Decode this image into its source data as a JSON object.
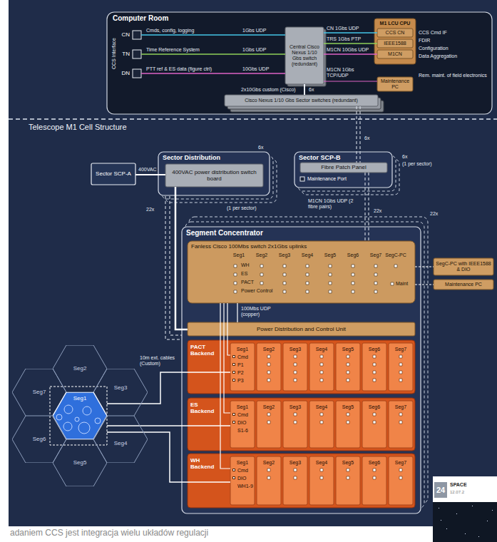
{
  "diagram": {
    "nodes": [
      {
        "text": [
          "Computer Room"
        ]
      },
      {
        "text": [
          "CN"
        ],
        "in": 0
      },
      {
        "text": [
          "TN"
        ],
        "in": 0
      },
      {
        "text": [
          "DN"
        ],
        "in": 0
      },
      {
        "text": [
          "Central Cisco Nexus 1/10 Gbs switch (redundant)"
        ],
        "in": 0
      },
      {
        "text": [
          "M1 LCU CPU"
        ],
        "in": 0
      },
      {
        "text": [
          "CCS CN"
        ],
        "in": 5
      },
      {
        "text": [
          "IEEE1588"
        ],
        "in": 5
      },
      {
        "text": [
          "M1CN"
        ],
        "in": 5
      },
      {
        "text": [
          "Maintenance PC"
        ],
        "in": 0
      },
      {
        "text": [
          "Cisco Nexus 1/10 Gbs Sector switches (redundant)"
        ],
        "in": 0
      },
      {
        "text": [
          "Sector SCP-A"
        ]
      },
      {
        "text": [
          "Sector Distribution"
        ]
      },
      {
        "text": [
          "400VAC power distribution switch board"
        ],
        "in": 12
      },
      {
        "text": [
          "Sector SCP-B"
        ]
      },
      {
        "text": [
          "Fibre Patch Panel"
        ],
        "in": 14
      },
      {
        "text": [
          "Maintenance Port"
        ],
        "in": 14
      },
      {
        "text": [
          "Segment Concentrator"
        ]
      },
      {
        "text": [
          "Fanless Cisco 100Mbs switch 2x1Gbs uplinks"
        ],
        "in": 17
      },
      {
        "text": [
          "Power Distribution and Control Unit"
        ],
        "in": 17
      },
      {
        "text": [
          "PACT Backend"
        ],
        "in": 17
      },
      {
        "text": [
          "Seg1",
          "Cmd",
          "P1",
          "P2",
          "P3"
        ],
        "in": 20
      },
      {
        "text": [
          "Seg2"
        ],
        "in": 20
      },
      {
        "text": [
          "Seg3"
        ],
        "in": 20
      },
      {
        "text": [
          "Seg4"
        ],
        "in": 20
      },
      {
        "text": [
          "Seg5"
        ],
        "in": 20
      },
      {
        "text": [
          "Seg6"
        ],
        "in": 20
      },
      {
        "text": [
          "Seg7"
        ],
        "in": 20
      },
      {
        "text": [
          "ES Backend"
        ],
        "in": 17
      },
      {
        "text": [
          "Seg1",
          "Cmd",
          "DIO S1-6"
        ],
        "in": 28
      },
      {
        "text": [
          "Seg2"
        ],
        "in": 28
      },
      {
        "text": [
          "Seg3"
        ],
        "in": 28
      },
      {
        "text": [
          "Seg4"
        ],
        "in": 28
      },
      {
        "text": [
          "Seg5"
        ],
        "in": 28
      },
      {
        "text": [
          "Seg6"
        ],
        "in": 28
      },
      {
        "text": [
          "Seg7"
        ],
        "in": 28
      },
      {
        "text": [
          "WH Backend"
        ],
        "in": 17
      },
      {
        "text": [
          "Seg1",
          "Cmd",
          "DIO WH1-9"
        ],
        "in": 36
      },
      {
        "text": [
          "Seg2"
        ],
        "in": 36
      },
      {
        "text": [
          "Seg3"
        ],
        "in": 36
      },
      {
        "text": [
          "Seg4"
        ],
        "in": 36
      },
      {
        "text": [
          "Seg5"
        ],
        "in": 36
      },
      {
        "text": [
          "Seg6"
        ],
        "in": 36
      },
      {
        "text": [
          "Seg7"
        ],
        "in": 36
      },
      {
        "text": [
          "SegC-PC with IEEE1588 & DIO"
        ]
      },
      {
        "text": [
          "Maintenance PC"
        ]
      },
      {
        "text": [
          "Seg2"
        ]
      },
      {
        "text": [
          "Seg7"
        ]
      },
      {
        "text": [
          "Seg3"
        ]
      },
      {
        "text": [
          "Seg1"
        ]
      },
      {
        "text": [
          "Seg6"
        ]
      },
      {
        "text": [
          "Seg4"
        ]
      },
      {
        "text": [
          "Seg5"
        ]
      }
    ],
    "edges": [
      {
        "from": 1,
        "to": 4,
        "arrow": "none",
        "label": "1Gbs UDP"
      },
      {
        "from": 2,
        "to": 4,
        "arrow": "none",
        "label": "1Gbs UDP"
      },
      {
        "from": 3,
        "to": 4,
        "arrow": "none",
        "label": "10Gbs UDP"
      },
      {
        "from": 4,
        "to": 6,
        "arrow": "none",
        "label": "CN 1Gbs UDP"
      },
      {
        "from": 4,
        "to": 7,
        "arrow": "none",
        "label": "TRS 1Gbs PTP"
      },
      {
        "from": 4,
        "to": 8,
        "arrow": "none",
        "label": "M1CN 10Gbs UDP"
      },
      {
        "from": 4,
        "to": 9,
        "arrow": "none",
        "label": "M1CN 1Gbs TCP/UDP"
      },
      {
        "from": 4,
        "to": 10,
        "arrow": "none",
        "label": "2x10Gbs custom (Cisco)"
      },
      {
        "from": 10,
        "to": 15,
        "arrow": "none"
      },
      {
        "from": 15,
        "to": 18,
        "arrow": "none",
        "label": "M1CN 1Gbs UDP (2 fibre pairs)"
      },
      {
        "from": 11,
        "to": 13,
        "arrow": "none",
        "label": "400VAC"
      },
      {
        "from": 13,
        "to": 19,
        "arrow": "none"
      },
      {
        "from": 18,
        "to": 19,
        "arrow": "none",
        "label": "100Mbs UDP (copper)"
      },
      {
        "from": 18,
        "to": 21,
        "arrow": "none"
      },
      {
        "from": 18,
        "to": 29,
        "arrow": "none"
      },
      {
        "from": 18,
        "to": 37,
        "arrow": "none"
      },
      {
        "from": 21,
        "to": 49,
        "arrow": "none"
      },
      {
        "from": 29,
        "to": 49,
        "arrow": "none"
      },
      {
        "from": 37,
        "to": 49,
        "arrow": "none"
      },
      {
        "from": 18,
        "to": 44,
        "arrow": "none"
      },
      {
        "from": 18,
        "to": 45,
        "arrow": "none"
      }
    ],
    "labels": [
      "CCS Interface",
      "Cmds, config, logging",
      "Time Reference System",
      "PTT ref & ES data (figure ctrl)",
      "CCS Cmd IF",
      "FDIR",
      "Configuration",
      "Data Aggregation",
      "Rem. maint. of field electronics",
      "6x",
      "Telescope M1 Cell Structure",
      "6x",
      "(1 per sector)",
      "6x",
      "6x",
      "(1 per sector)",
      "22x",
      "22x",
      "22x",
      "Seg1",
      "Seg2",
      "Seg3",
      "Seg4",
      "Seg5",
      "Seg6",
      "Seg7",
      "SegC-PC",
      "WH",
      "ES",
      "PACT",
      "Power Control",
      "Maint",
      "10m ext. cables (Custom)",
      "adaniem CCS jest integracja wielu układów regulacji",
      "24",
      "SPACE",
      "12.07.2"
    ]
  }
}
